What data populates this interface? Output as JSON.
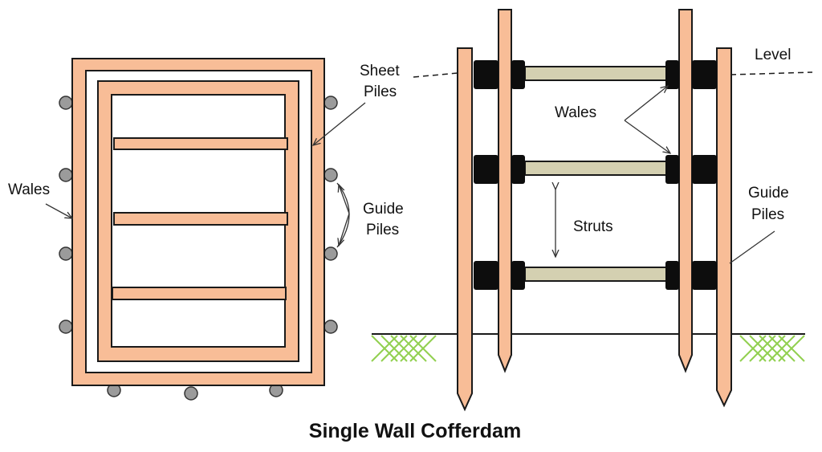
{
  "title": "Single Wall Cofferdam",
  "plan_view": {
    "labels": {
      "sheet_piles_line1": "Sheet",
      "sheet_piles_line2": "Piles",
      "wales": "Wales",
      "guide_piles_line1": "Guide",
      "guide_piles_line2": "Piles"
    }
  },
  "elevation_view": {
    "labels": {
      "level": "Level",
      "wales": "Wales",
      "struts": "Struts",
      "guide_piles_line1": "Guide",
      "guide_piles_line2": "Piles"
    }
  },
  "colors": {
    "pile_fill": "#f8bd97",
    "outline": "#1a1a1a",
    "strut_fill": "#d4d0b1",
    "wale_block": "#0d0d0d",
    "guide_pile_circle": "#9b9b9b",
    "grass": "#92d050"
  }
}
